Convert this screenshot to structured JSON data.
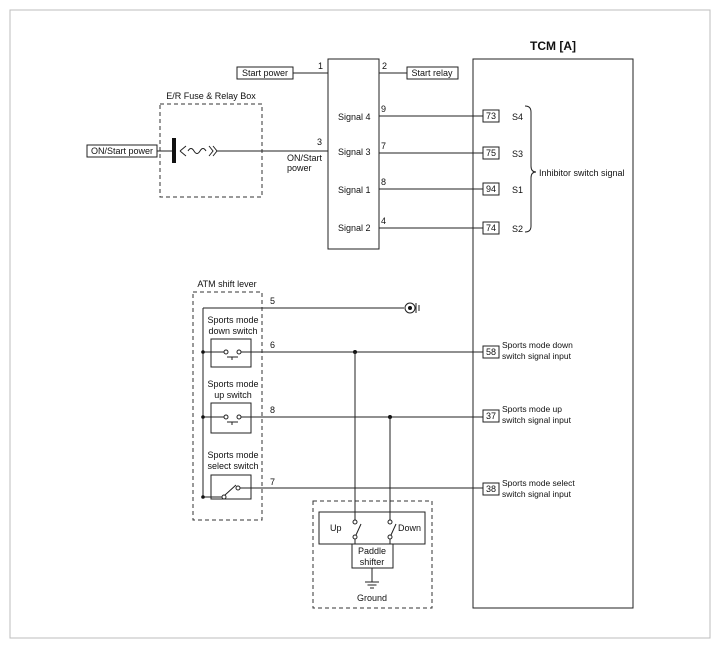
{
  "tcm": {
    "title": "TCM [A]",
    "inhibitor_label": "Inhibitor switch signal"
  },
  "top_pins": {
    "start_power_pin": "1",
    "start_relay_pin": "2",
    "on_start_pin": "3"
  },
  "labels": {
    "start_power": "Start power",
    "start_relay": "Start relay",
    "fuse_box": "E/R Fuse & Relay Box",
    "on_start_power": "ON/Start power",
    "on_start_line1": "ON/Start",
    "on_start_line2": "power",
    "atm_shift_lever": "ATM shift lever",
    "ground": "Ground",
    "up": "Up",
    "down": "Down",
    "paddle_line1": "Paddle",
    "paddle_line2": "shifter"
  },
  "signals": [
    {
      "name": "Signal 4",
      "wire": "9",
      "pin": "73",
      "code": "S4"
    },
    {
      "name": "Signal 3",
      "wire": "7",
      "pin": "75",
      "code": "S3"
    },
    {
      "name": "Signal 1",
      "wire": "8",
      "pin": "94",
      "code": "S1"
    },
    {
      "name": "Signal 2",
      "wire": "4",
      "pin": "74",
      "code": "S2"
    }
  ],
  "ground_wire": "5",
  "switches": [
    {
      "title1": "Sports mode",
      "title2": "down switch",
      "wire": "6",
      "pin": "58",
      "tcm1": "Sports mode down",
      "tcm2": "switch signal input"
    },
    {
      "title1": "Sports mode",
      "title2": "up switch",
      "wire": "8",
      "pin": "37",
      "tcm1": "Sports mode up",
      "tcm2": "switch signal input"
    },
    {
      "title1": "Sports mode",
      "title2": "select switch",
      "wire": "7",
      "pin": "38",
      "tcm1": "Sports mode select",
      "tcm2": "switch signal input"
    }
  ]
}
